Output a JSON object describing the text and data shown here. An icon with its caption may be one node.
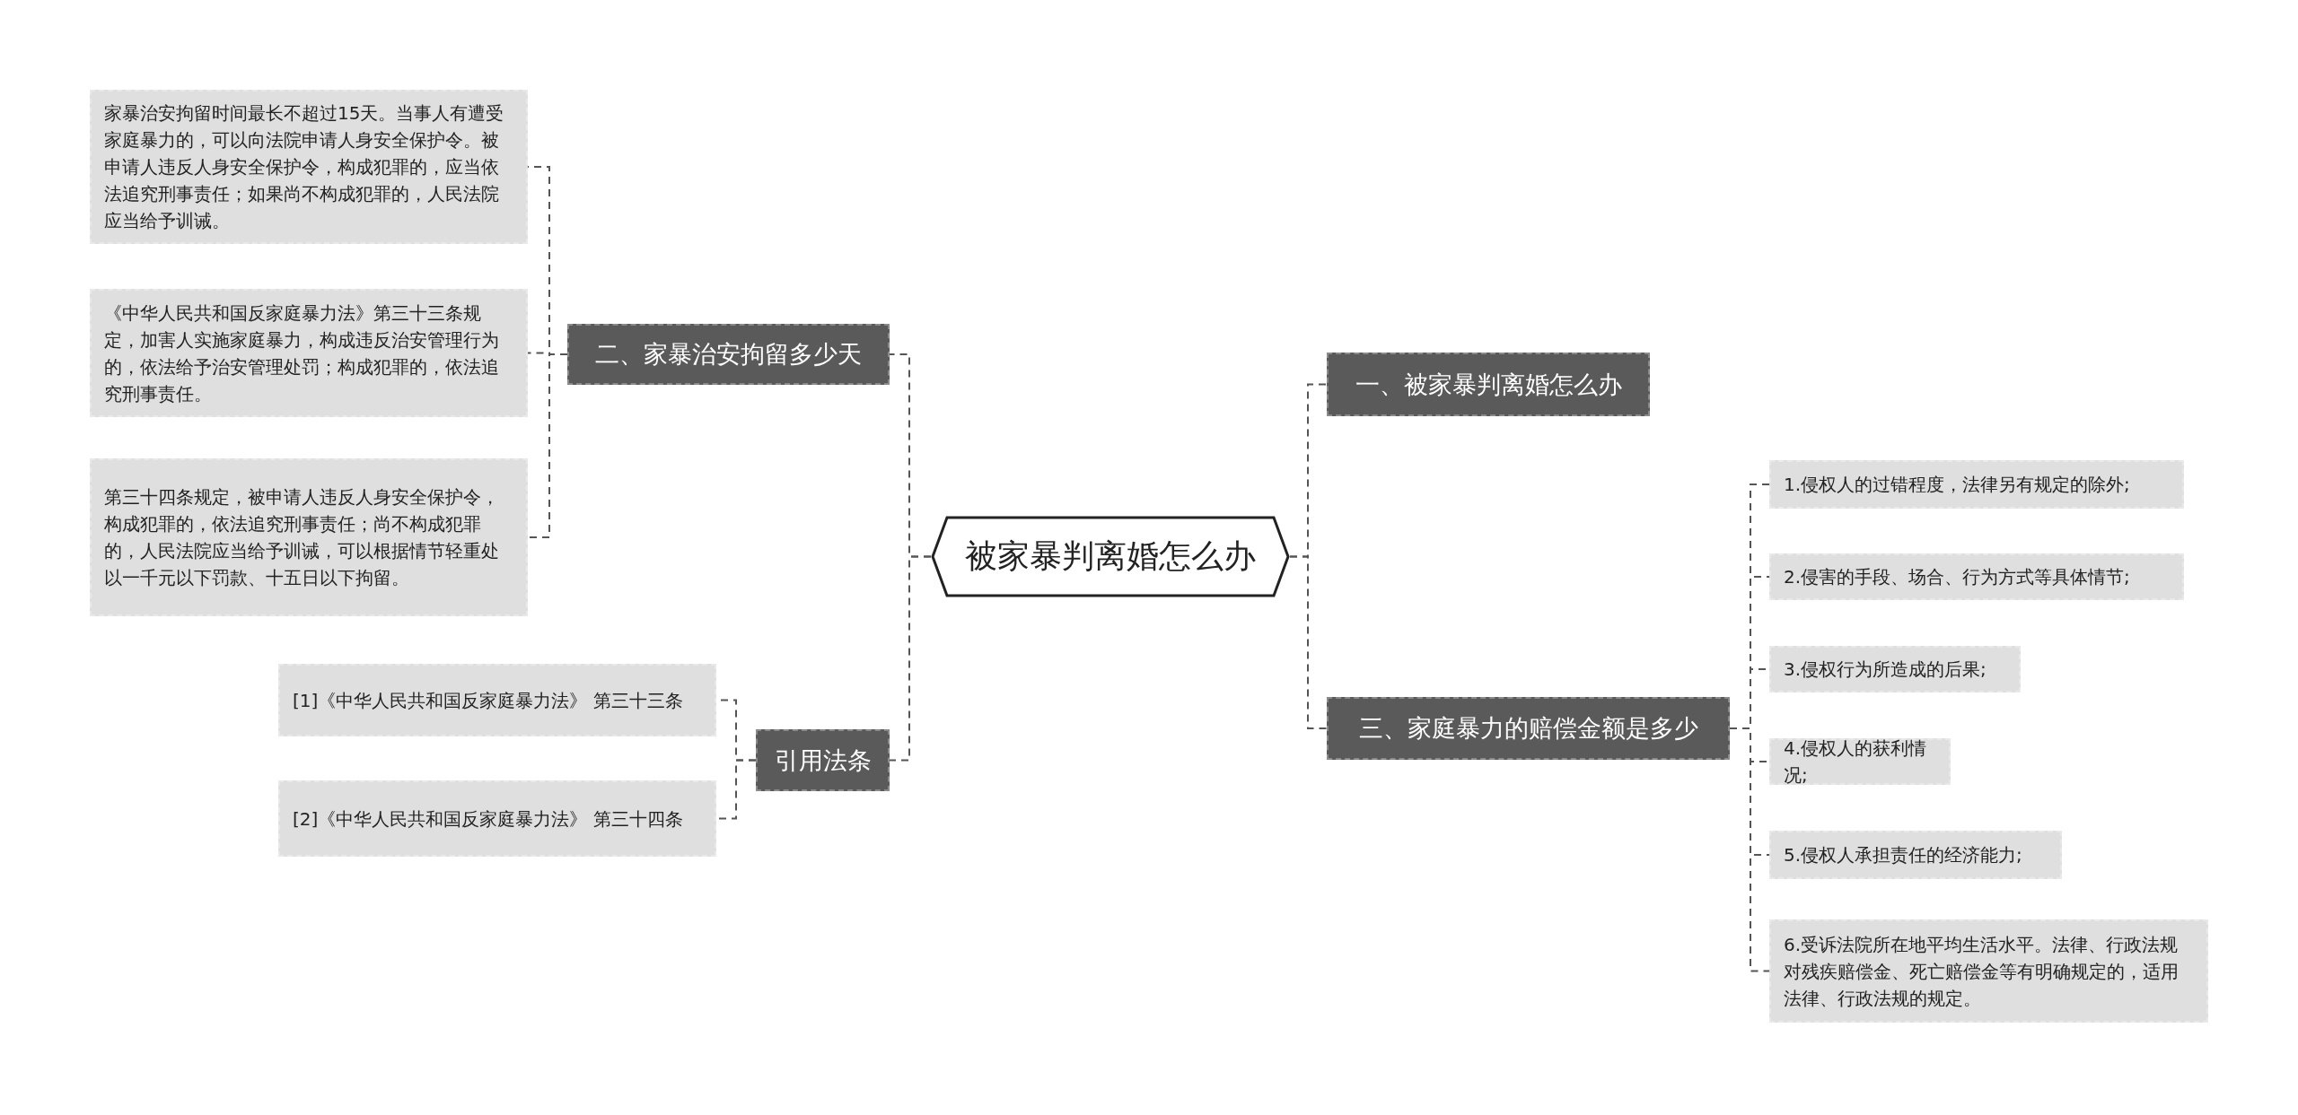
{
  "diagram": {
    "nodes": [
      {
        "text": [
          "被家暴判离婚怎么办"
        ]
      },
      {
        "text": [
          "二、家暴治安拘留多少天"
        ]
      },
      {
        "text": [
          "家暴治安拘留时间最长不超过15天。当事人有遭受家庭暴力的，可以向法院申请人身安全保护令。被申请人违反人身安全保护令，构成犯罪的，应当依法追究刑事责任；如果尚不构成犯罪的，人民法院应当给予训诫。"
        ]
      },
      {
        "text": [
          "《中华人民共和国反家庭暴力法》第三十三条规定，加害人实施家庭暴力，构成违反治安管理行为的，依法给予治安管理处罚；构成犯罪的，依法追究刑事责任。"
        ]
      },
      {
        "text": [
          "第三十四条规定，被申请人违反人身安全保护令，构成犯罪的，依法追究刑事责任；尚不构成犯罪的，人民法院应当给予训诫，可以根据情节轻重处以一千元以下罚款、十五日以下拘留。"
        ]
      },
      {
        "text": [
          "引用法条"
        ]
      },
      {
        "text": [
          "[1]《中华人民共和国反家庭暴力法》 第三十三条"
        ]
      },
      {
        "text": [
          "[2]《中华人民共和国反家庭暴力法》 第三十四条"
        ]
      },
      {
        "text": [
          "一、被家暴判离婚怎么办"
        ]
      },
      {
        "text": [
          "三、家庭暴力的赔偿金额是多少"
        ]
      },
      {
        "text": [
          "1.侵权人的过错程度，法律另有规定的除外;"
        ]
      },
      {
        "text": [
          "2.侵害的手段、场合、行为方式等具体情节;"
        ]
      },
      {
        "text": [
          "3.侵权行为所造成的后果;"
        ]
      },
      {
        "text": [
          "4.侵权人的获利情况;"
        ]
      },
      {
        "text": [
          "5.侵权人承担责任的经济能力;"
        ]
      },
      {
        "text": [
          "6.受诉法院所在地平均生活水平。法律、行政法规对残疾赔偿金、死亡赔偿金等有明确规定的，适用法律、行政法规的规定。"
        ]
      }
    ],
    "edges": [
      {
        "from": 0,
        "to": 1,
        "arrow": "none",
        "style": "dashed"
      },
      {
        "from": 1,
        "to": 2,
        "arrow": "none",
        "style": "dashed"
      },
      {
        "from": 1,
        "to": 3,
        "arrow": "none",
        "style": "dashed"
      },
      {
        "from": 1,
        "to": 4,
        "arrow": "none",
        "style": "dashed"
      },
      {
        "from": 0,
        "to": 5,
        "arrow": "none",
        "style": "dashed"
      },
      {
        "from": 5,
        "to": 6,
        "arrow": "none",
        "style": "dashed"
      },
      {
        "from": 5,
        "to": 7,
        "arrow": "none",
        "style": "dashed"
      },
      {
        "from": 0,
        "to": 8,
        "arrow": "none",
        "style": "dashed"
      },
      {
        "from": 0,
        "to": 9,
        "arrow": "none",
        "style": "dashed"
      },
      {
        "from": 9,
        "to": 10,
        "arrow": "none",
        "style": "dashed"
      },
      {
        "from": 9,
        "to": 11,
        "arrow": "none",
        "style": "dashed"
      },
      {
        "from": 9,
        "to": 12,
        "arrow": "none",
        "style": "dashed"
      },
      {
        "from": 9,
        "to": 13,
        "arrow": "none",
        "style": "dashed"
      },
      {
        "from": 9,
        "to": 14,
        "arrow": "none",
        "style": "dashed"
      },
      {
        "from": 9,
        "to": 15,
        "arrow": "none",
        "style": "dashed"
      }
    ]
  }
}
